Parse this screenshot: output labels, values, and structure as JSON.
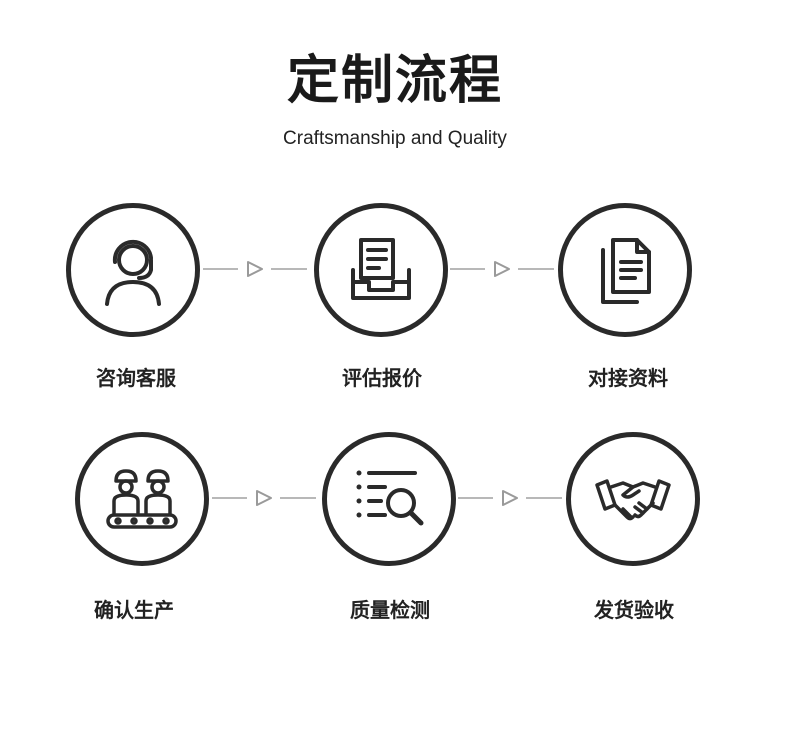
{
  "header": {
    "title": "定制流程",
    "subtitle": "Craftsmanship and Quality"
  },
  "steps": [
    {
      "label": "咨询客服",
      "icon": "customer-service-icon"
    },
    {
      "label": "评估报价",
      "icon": "document-tray-icon"
    },
    {
      "label": "对接资料",
      "icon": "documents-icon"
    },
    {
      "label": "确认生产",
      "icon": "workers-conveyor-icon"
    },
    {
      "label": "质量检测",
      "icon": "list-search-icon"
    },
    {
      "label": "发货验收",
      "icon": "handshake-icon"
    }
  ],
  "colors": {
    "stroke": "#2a2a2a",
    "connector": "#b8b8b8",
    "text": "#1a1a1a"
  }
}
